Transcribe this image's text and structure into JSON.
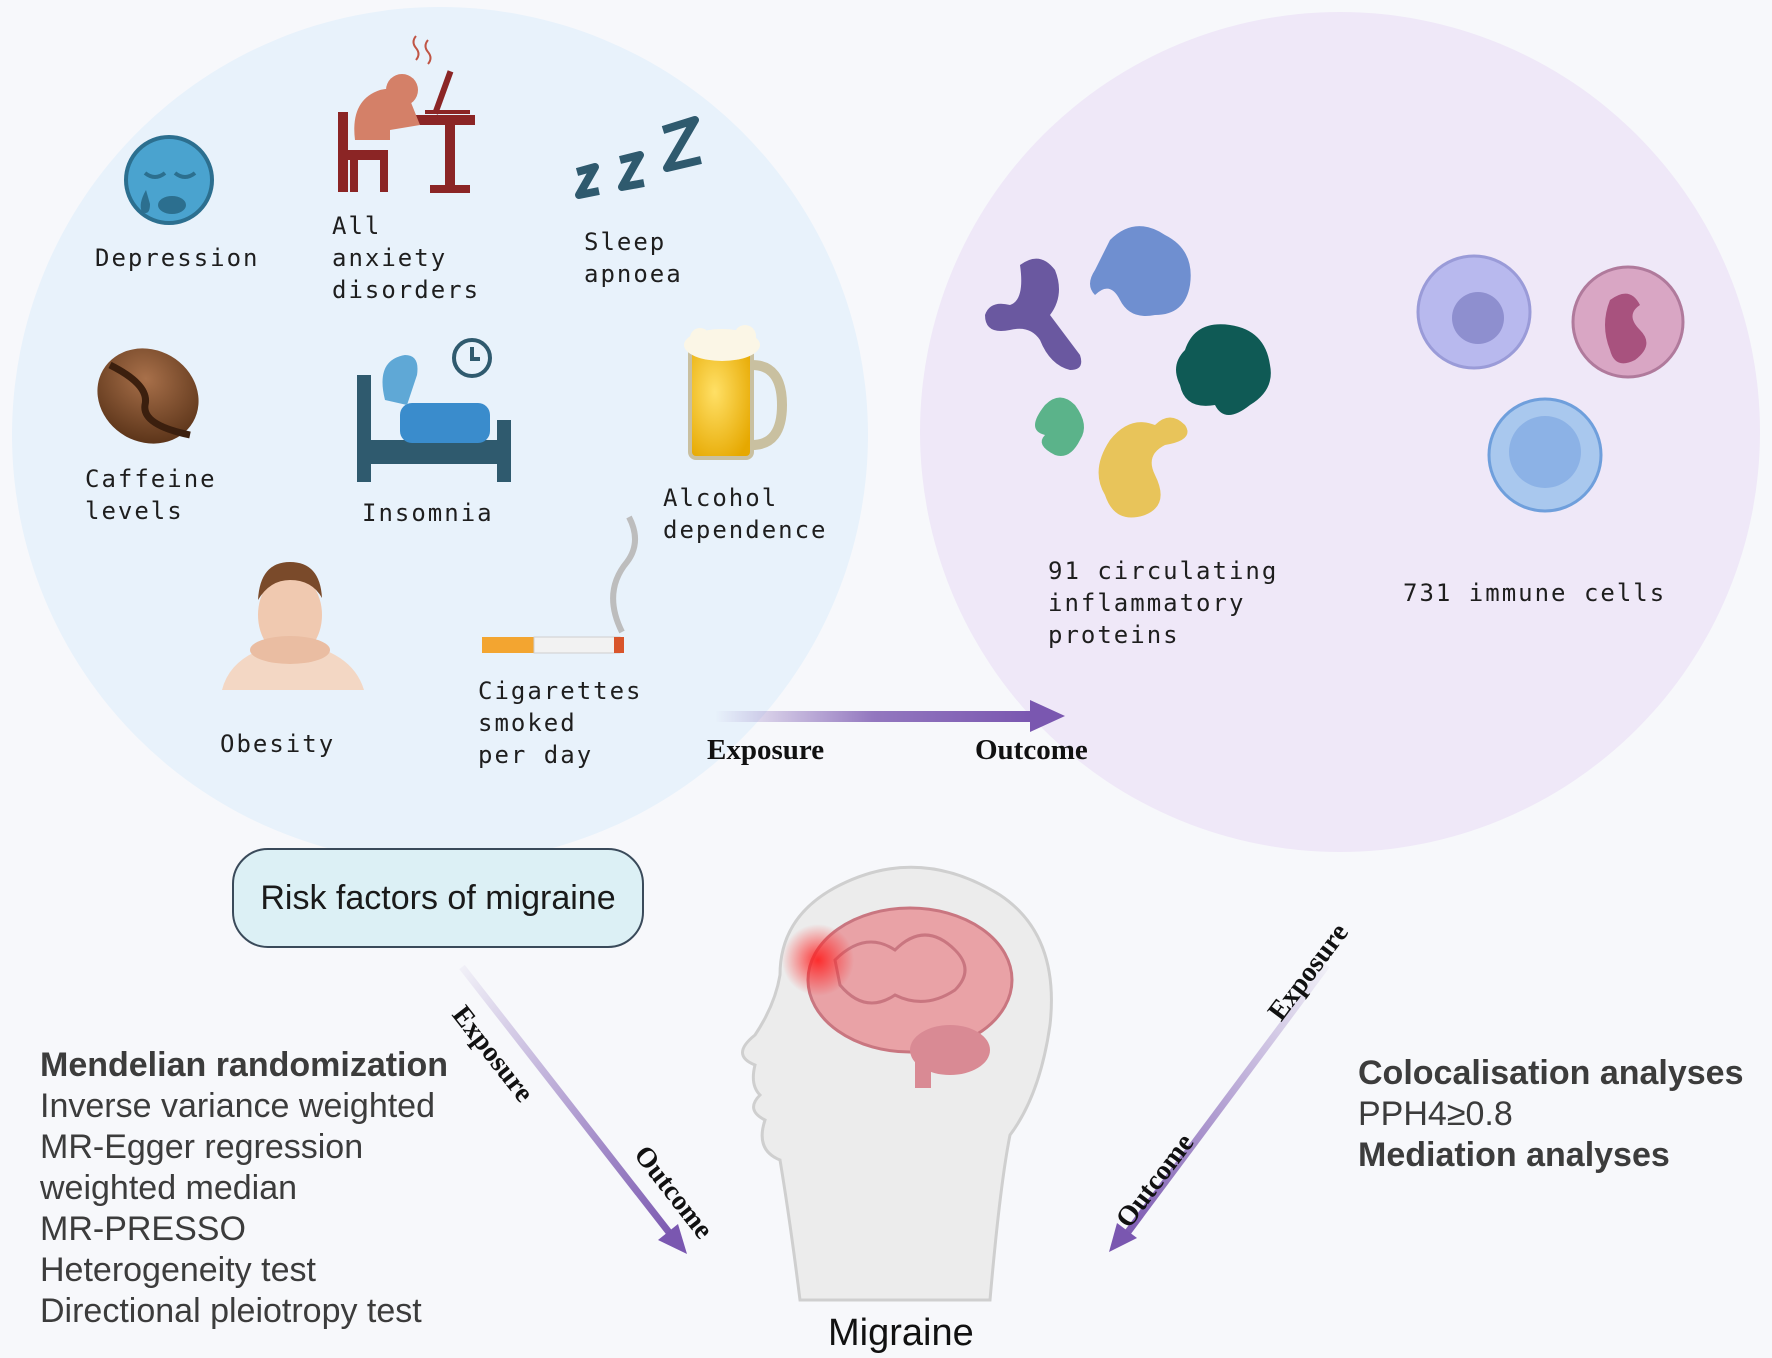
{
  "colors": {
    "left_circle": "#e8f2fb",
    "right_circle": "#efe8f8",
    "arrow": "#7a57b0",
    "risk_box_fill": "#dcf0f5"
  },
  "icons": [
    "sad-face-icon",
    "stressed-person-desk-icon",
    "zzz-sleep-icon",
    "coffee-bean-icon",
    "person-in-bed-clock-icon",
    "beer-mug-icon",
    "obese-person-icon",
    "cigarette-icon",
    "protein-cluster-icons",
    "immune-cell-icons",
    "human-head-brain-icon"
  ],
  "risk_factors": {
    "depression": "Depression",
    "anxiety": "All\nanxiety\ndisorders",
    "sleep_apnoea": "Sleep\napnoea",
    "caffeine": "Caffeine\nlevels",
    "insomnia": "Insomnia",
    "alcohol": "Alcohol\ndependence",
    "obesity": "Obesity",
    "cigarettes": "Cigarettes\nsmoked\nper day"
  },
  "outcomes_panel": {
    "proteins": "91 circulating\ninflammatory\nproteins",
    "immune": "731 immune cells"
  },
  "arrows": {
    "top_exposure": "Exposure",
    "top_outcome": "Outcome",
    "left_exposure": "Exposure",
    "left_outcome": "Outcome",
    "right_exposure": "Exposure",
    "right_outcome": "Outcome"
  },
  "risk_box": "Risk factors of migraine",
  "methods": {
    "title": "Mendelian randomization",
    "items": [
      "Inverse variance weighted",
      "MR-Egger regression",
      "weighted median",
      "MR-PRESSO",
      "Heterogeneity test",
      "Directional pleiotropy test"
    ]
  },
  "analyses": {
    "coloc_title": "Colocalisation analyses",
    "coloc_value": "PPH4≥0.8",
    "mediation_title": "Mediation analyses"
  },
  "migraine_label": "Migraine"
}
